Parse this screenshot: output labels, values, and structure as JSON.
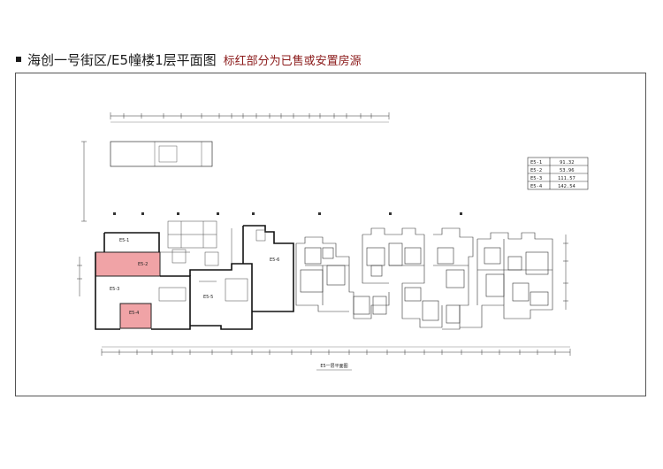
{
  "header": {
    "title": "海创一号街区/E5幢楼1层平面图",
    "note": "标红部分为已售或安置房源"
  },
  "colors": {
    "sold": "#f0a3a6",
    "note_text": "#8b1a1a",
    "lines": "#222222"
  },
  "area_table": {
    "rows": [
      {
        "unit": "E5-1",
        "area": "91.32"
      },
      {
        "unit": "E5-2",
        "area": "53.96"
      },
      {
        "unit": "E5-3",
        "area": "111.57"
      },
      {
        "unit": "E5-4",
        "area": "142.54"
      }
    ]
  },
  "units": [
    {
      "id": "E5-1",
      "label": "E5-1",
      "sold": false
    },
    {
      "id": "E5-2",
      "label": "E5-2",
      "sold": true
    },
    {
      "id": "E5-3",
      "label": "E5-3",
      "sold": false
    },
    {
      "id": "E5-4",
      "label": "E5-4",
      "sold": true
    },
    {
      "id": "E5-5",
      "label": "E5-5",
      "sold": false
    },
    {
      "id": "E5-6",
      "label": "E5-6",
      "sold": false
    }
  ],
  "plan_caption": "E5一层平面图"
}
